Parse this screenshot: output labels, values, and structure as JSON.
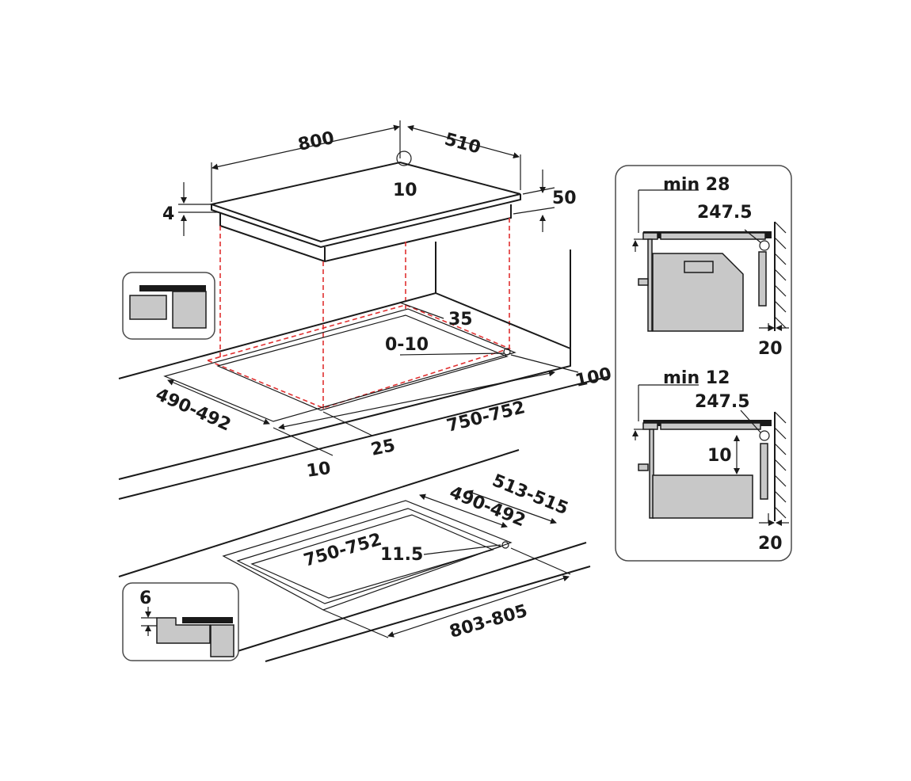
{
  "hob": {
    "width": "800",
    "depth": "510",
    "corner_radius": "10",
    "glass_thickness": "4",
    "total_height": "50"
  },
  "flush_cutout": {
    "rebate_offset": "35",
    "corner_radius": "0-10",
    "side_clearance": "100",
    "depth": "490-492",
    "width": "750-752",
    "front_offset": "25",
    "edge_offset": "10"
  },
  "rebate": {
    "outer_depth": "513-515",
    "inner_depth": "490-492",
    "inner_width": "750-752",
    "corner_radius": "11.5",
    "outer_width": "803-805"
  },
  "rebate_detail": {
    "depth": "6"
  },
  "section_oven": {
    "min_gap": "min 28",
    "dimension": "247.5",
    "wall_gap": "20"
  },
  "section_drawer": {
    "min_gap": "min 12",
    "dimension": "247.5",
    "drawer_gap": "10",
    "wall_gap": "20"
  }
}
